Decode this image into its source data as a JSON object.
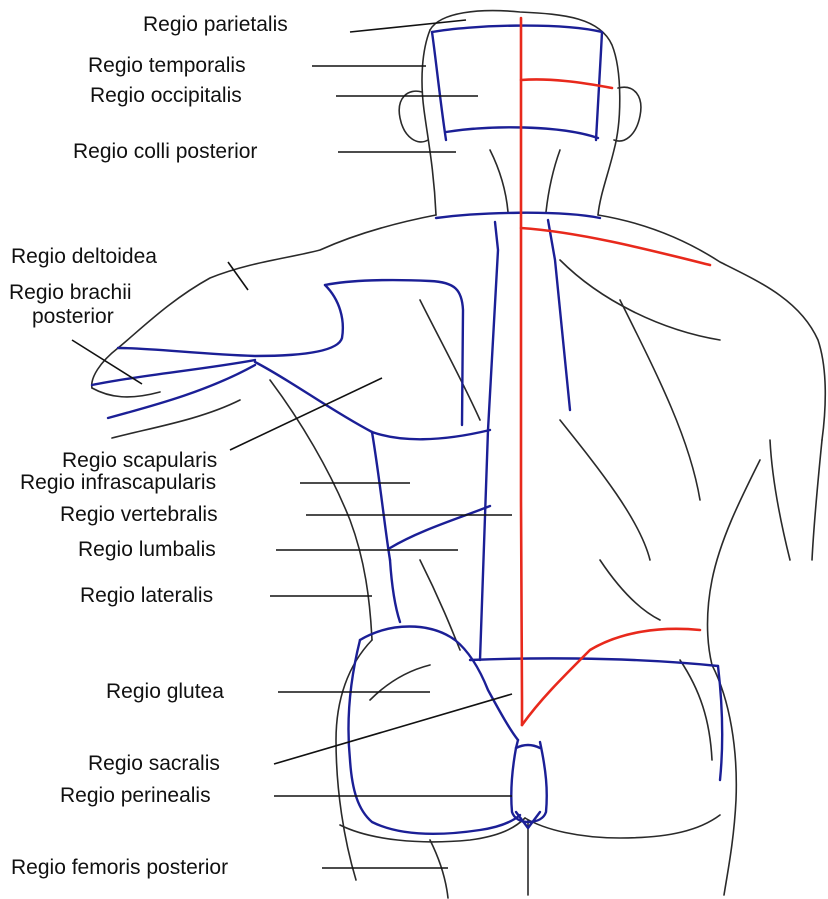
{
  "labels": {
    "parietalis": "Regio parietalis",
    "temporalis": "Regio temporalis",
    "occipitalis": "Regio occipitalis",
    "colli_posterior": "Regio colli posterior",
    "deltoidea": "Regio deltoidea",
    "brachii_posterior_1": "Regio brachii",
    "brachii_posterior_2": "posterior",
    "scapularis": "Regio scapularis",
    "infrascapularis": "Regio infrascapularis",
    "vertebralis": "Regio vertebralis",
    "lumbalis": "Regio lumbalis",
    "lateralis": "Regio lateralis",
    "glutea": "Regio glutea",
    "sacralis": "Regio sacralis",
    "perinealis": "Regio perinealis",
    "femoris_posterior": "Regio femoris posterior"
  },
  "colors": {
    "outline": "#2a2a2a",
    "region_border": "#1b1f96",
    "midline": "#e8291c",
    "text": "#111111"
  }
}
